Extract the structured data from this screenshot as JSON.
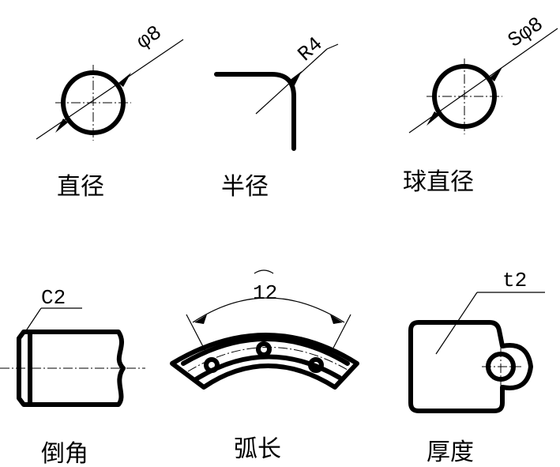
{
  "symbols": [
    {
      "caption": "直径",
      "dim": "φ8"
    },
    {
      "caption": "半径",
      "dim": "R4"
    },
    {
      "caption": "球直径",
      "dim": "Sφ8"
    },
    {
      "caption": "倒角",
      "dim": "C2"
    },
    {
      "caption": "弧长",
      "dim": "12"
    },
    {
      "caption": "厚度",
      "dim": "t2"
    }
  ]
}
